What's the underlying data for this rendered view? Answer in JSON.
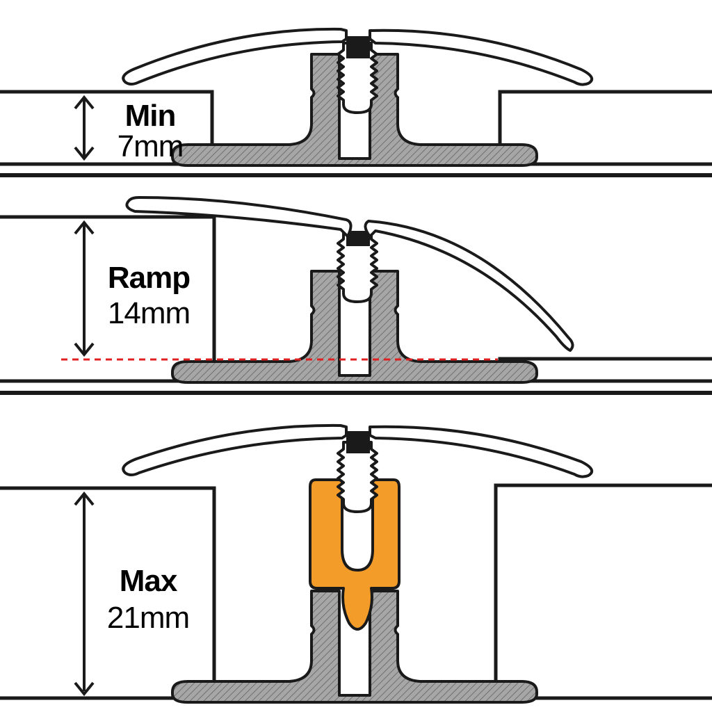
{
  "panels": [
    {
      "id": "min",
      "label": "Min",
      "value": "7mm"
    },
    {
      "id": "ramp",
      "label": "Ramp",
      "value": "14mm"
    },
    {
      "id": "max",
      "label": "Max",
      "value": "21mm"
    }
  ],
  "colors": {
    "outline": "#1a1a1a",
    "base_fill": "#a6a6a6",
    "adapter_fill": "#f39c2a",
    "dashed_line": "#e02020",
    "cover_fill": "#ffffff"
  }
}
